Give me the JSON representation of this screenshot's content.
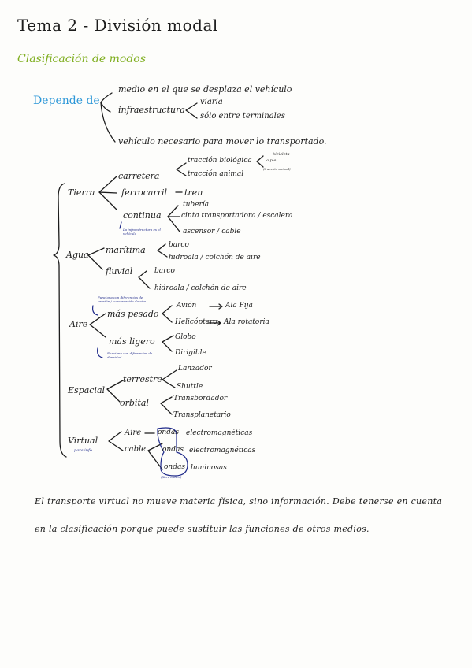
{
  "header": {
    "title": "Tema 2 - División modal",
    "section": "Clasificación de modos"
  },
  "colors": {
    "ink": "#1c1c1c",
    "section_green": "#7fae1f",
    "root_blue": "#2e98d8",
    "annotation_navy": "#1f2a8a"
  },
  "tree": {
    "root": "Depende de",
    "criteria": {
      "medio": "medio en el que se desplaza el vehículo",
      "infraestructura": "infraestructura",
      "viaria": "viaria",
      "terminales": "sólo entre terminales",
      "vehiculo": "vehículo necesario para mover lo transportado."
    },
    "tierra": {
      "label": "Tierra",
      "carretera": "carretera",
      "traccion_biologica": "tracción biológica",
      "bicicleta": "bicicleta",
      "a_pie": "a pie",
      "traccion_animal_note": "(tracción animal)",
      "traccion_animal": "tracción animal",
      "ferrocarril": "ferrocarril",
      "tren": "tren",
      "continua": "continua",
      "continua_note": "La infraestructura es el vehículo",
      "tuberia": "tubería",
      "cinta": "cinta transportadora / escalera",
      "ascensor": "ascensor / cable"
    },
    "agua": {
      "label": "Agua",
      "maritima": "marítima",
      "m_barco": "barco",
      "m_hidroala": "hidroala / colchón de aire",
      "fluvial": "fluvial",
      "f_barco": "barco",
      "f_hidroala": "hidroala / colchón de aire"
    },
    "aire": {
      "label": "Aire",
      "mas_pesado": "más pesado",
      "mas_pesado_note": "Funciona con diferencias de presión / conservación de aire.",
      "avion": "Avión",
      "ala_fija": "Ala Fija",
      "helicoptero": "Helicóptero",
      "ala_rotatoria": "Ala rotatoria",
      "mas_ligero": "más ligero",
      "mas_ligero_note": "Funciona con diferencias de densidad.",
      "globo": "Globo",
      "dirigible": "Dirigible"
    },
    "espacial": {
      "label": "Espacial",
      "terrestre": "terrestre",
      "lanzador": "Lanzador",
      "shuttle": "Shuttle",
      "orbital": "orbital",
      "transbordador": "Transbordador",
      "transplanetario": "Transplanetario"
    },
    "virtual": {
      "label": "Virtual",
      "sub": "para info",
      "aire": "Aire",
      "cable": "cable",
      "ondas1": "ondas",
      "em1": "electromagnéticas",
      "ondas2": "ondas",
      "em2": "electromagnéticas",
      "ondas3": "ondas",
      "luminosas": "luminosas",
      "fibra_note": "(fibra óptica)"
    }
  },
  "note": {
    "line1": "El transporte virtual no mueve materia física, sino información. Debe tenerse en cuenta",
    "line2": "en la clasificación porque puede sustituir las funciones de otros medios."
  }
}
